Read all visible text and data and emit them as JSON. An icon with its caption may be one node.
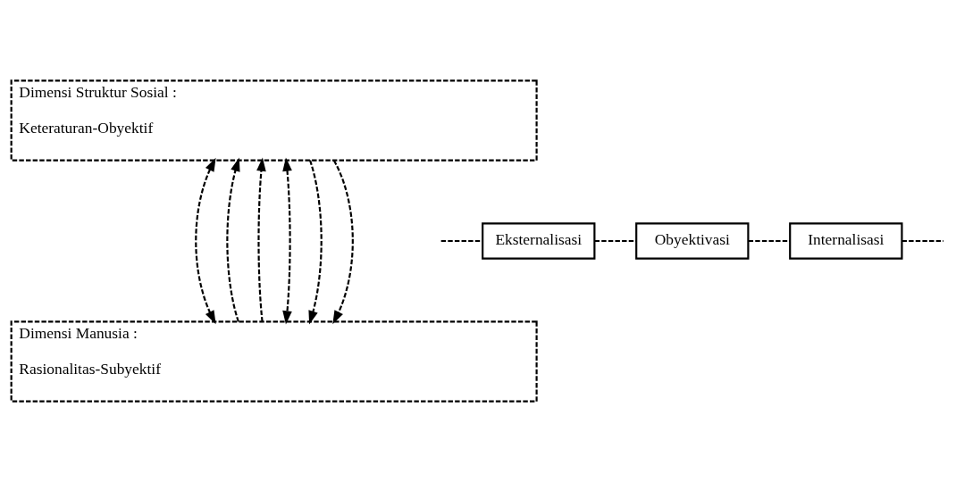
{
  "diagram": {
    "nodes": [
      {
        "text": [
          "Dimensi Struktur Sosial :",
          "Keteraturan-Obyektif"
        ]
      },
      {
        "text": [
          "Eksternalisasi"
        ]
      },
      {
        "text": [
          "Obyektivasi"
        ]
      },
      {
        "text": [
          "Internalisasi"
        ]
      },
      {
        "text": [
          "Dimensi Manusia :",
          "Rasionalitas-Subyektif"
        ]
      }
    ],
    "edges": [
      {
        "from": null,
        "to": 1,
        "arrow": "none",
        "style": "dashed"
      },
      {
        "from": 1,
        "to": 2,
        "arrow": "none",
        "style": "dashed"
      },
      {
        "from": 2,
        "to": 3,
        "arrow": "none",
        "style": "dashed"
      },
      {
        "from": 3,
        "to": null,
        "arrow": "none",
        "style": "dashed"
      },
      {
        "from": 4,
        "to": 0,
        "arrow": "to",
        "style": "dashed"
      },
      {
        "from": 4,
        "to": 0,
        "arrow": "to",
        "style": "dashed"
      },
      {
        "from": 0,
        "to": 4,
        "arrow": "both",
        "style": "dashed"
      },
      {
        "from": 0,
        "to": 4,
        "arrow": "both",
        "style": "dashed"
      },
      {
        "from": 0,
        "to": 4,
        "arrow": "to",
        "style": "dashed"
      },
      {
        "from": 0,
        "to": 4,
        "arrow": "to",
        "style": "dashed"
      }
    ]
  }
}
